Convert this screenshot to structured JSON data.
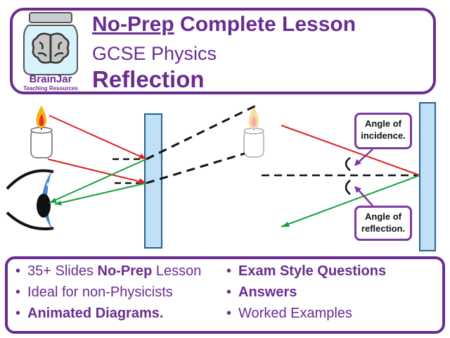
{
  "header": {
    "title_emphasis": "No-Prep",
    "title_rest": " Complete Lesson",
    "subtitle": "GCSE Physics",
    "topic": "Reflection"
  },
  "brand": {
    "name": "BrainJar",
    "tagline": "Teaching Resources"
  },
  "diagram": {
    "callout_incidence": "Angle of incidence.",
    "callout_reflection": "Angle of reflection."
  },
  "features": {
    "left": [
      {
        "plain_before": "35+ Slides ",
        "bold": "No-Prep",
        "plain_after": " Lesson"
      },
      {
        "plain_before": "Ideal for non-Physicists",
        "bold": "",
        "plain_after": ""
      },
      {
        "plain_before": "",
        "bold": "Animated Diagrams.",
        "plain_after": ""
      }
    ],
    "right": [
      {
        "plain_before": "",
        "bold": "Exam Style Questions",
        "plain_after": ""
      },
      {
        "plain_before": "",
        "bold": "Answers",
        "plain_after": ""
      },
      {
        "plain_before": "Worked Examples",
        "bold": "",
        "plain_after": ""
      }
    ]
  },
  "colors": {
    "brand_purple": "#6a2c91",
    "incident_ray": "#e02020",
    "reflected_ray": "#18a040",
    "mirror": "#bfe0f7",
    "eye_iris": "#4a86c8"
  }
}
